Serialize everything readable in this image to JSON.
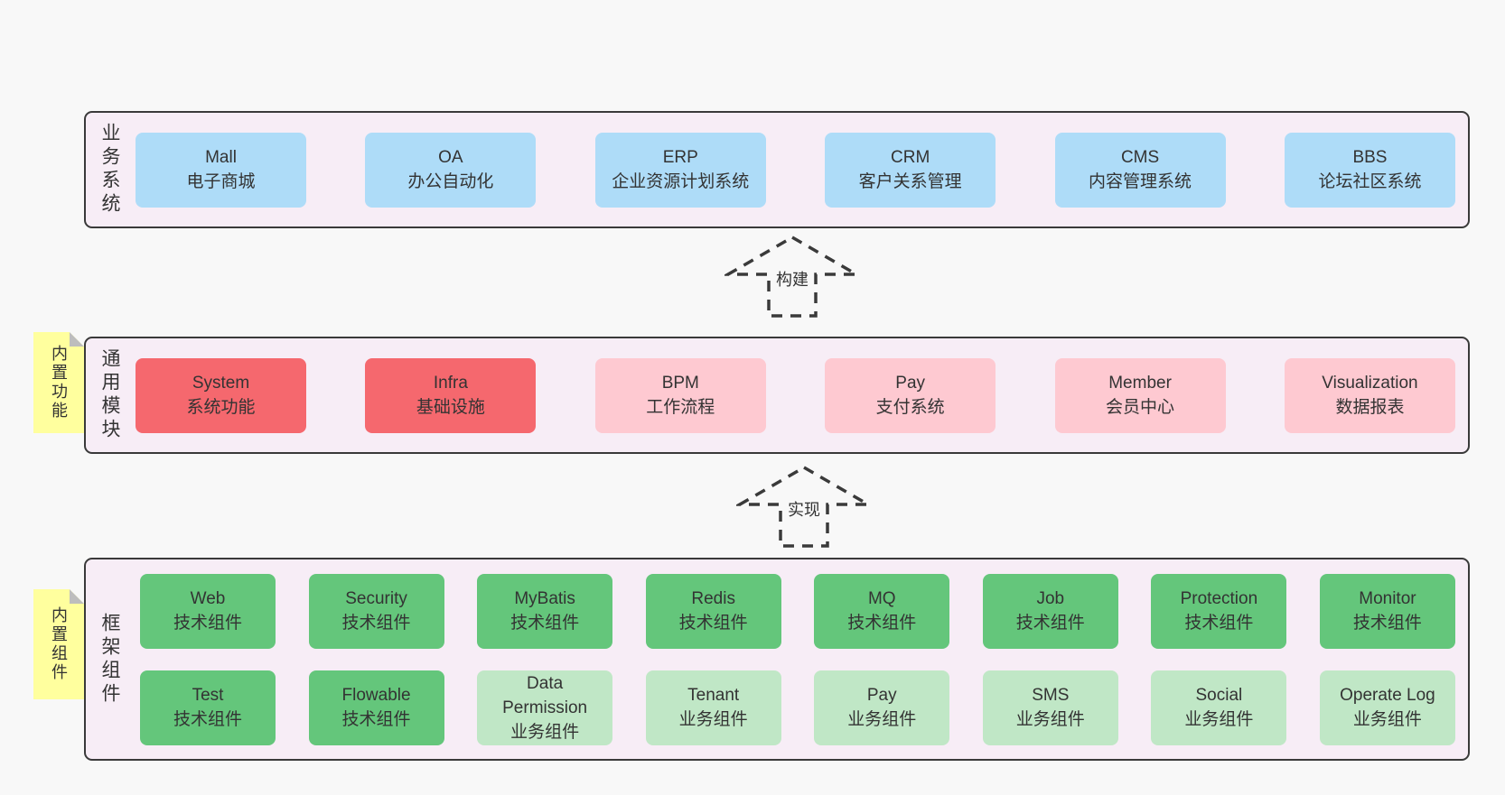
{
  "colors": {
    "page_bg": "#f8f8f8",
    "band_bg": "#f7edf6",
    "band_border": "#3a3a3a",
    "blue": "#aedcf8",
    "red": "#f5686e",
    "pink": "#fec9d1",
    "green": "#64c67b",
    "lightgreen": "#c0e7c6",
    "note_bg": "#ffff9e",
    "note_fold": "#bdbdbd",
    "text": "#333333"
  },
  "bands": [
    {
      "label": "业务系统",
      "note": null,
      "rows": [
        [
          {
            "title": "Mall",
            "subtitle": "电子商城",
            "variant": "blue"
          },
          {
            "title": "OA",
            "subtitle": "办公自动化",
            "variant": "blue"
          },
          {
            "title": "ERP",
            "subtitle": "企业资源计划系统",
            "variant": "blue"
          },
          {
            "title": "CRM",
            "subtitle": "客户关系管理",
            "variant": "blue"
          },
          {
            "title": "CMS",
            "subtitle": "内容管理系统",
            "variant": "blue"
          },
          {
            "title": "BBS",
            "subtitle": "论坛社区系统",
            "variant": "blue"
          }
        ]
      ]
    },
    {
      "label": "通用模块",
      "note": "内置功能",
      "rows": [
        [
          {
            "title": "System",
            "subtitle": "系统功能",
            "variant": "red"
          },
          {
            "title": "Infra",
            "subtitle": "基础设施",
            "variant": "red"
          },
          {
            "title": "BPM",
            "subtitle": "工作流程",
            "variant": "pink"
          },
          {
            "title": "Pay",
            "subtitle": "支付系统",
            "variant": "pink"
          },
          {
            "title": "Member",
            "subtitle": "会员中心",
            "variant": "pink"
          },
          {
            "title": "Visualization",
            "subtitle": "数据报表",
            "variant": "pink"
          }
        ]
      ]
    },
    {
      "label": "框架组件",
      "note": "内置组件",
      "rows": [
        [
          {
            "title": "Web",
            "subtitle": "技术组件",
            "variant": "green"
          },
          {
            "title": "Security",
            "subtitle": "技术组件",
            "variant": "green"
          },
          {
            "title": "MyBatis",
            "subtitle": "技术组件",
            "variant": "green"
          },
          {
            "title": "Redis",
            "subtitle": "技术组件",
            "variant": "green"
          },
          {
            "title": "MQ",
            "subtitle": "技术组件",
            "variant": "green"
          },
          {
            "title": "Job",
            "subtitle": "技术组件",
            "variant": "green"
          },
          {
            "title": "Protection",
            "subtitle": "技术组件",
            "variant": "green"
          },
          {
            "title": "Monitor",
            "subtitle": "技术组件",
            "variant": "green"
          }
        ],
        [
          {
            "title": "Test",
            "subtitle": "技术组件",
            "variant": "green"
          },
          {
            "title": "Flowable",
            "subtitle": "技术组件",
            "variant": "green"
          },
          {
            "title": "Data Permission",
            "subtitle": "业务组件",
            "variant": "lightgreen"
          },
          {
            "title": "Tenant",
            "subtitle": "业务组件",
            "variant": "lightgreen"
          },
          {
            "title": "Pay",
            "subtitle": "业务组件",
            "variant": "lightgreen"
          },
          {
            "title": "SMS",
            "subtitle": "业务组件",
            "variant": "lightgreen"
          },
          {
            "title": "Social",
            "subtitle": "业务组件",
            "variant": "lightgreen"
          },
          {
            "title": "Operate Log",
            "subtitle": "业务组件",
            "variant": "lightgreen"
          }
        ]
      ]
    }
  ],
  "arrows": [
    {
      "label": "构建"
    },
    {
      "label": "实现"
    }
  ]
}
